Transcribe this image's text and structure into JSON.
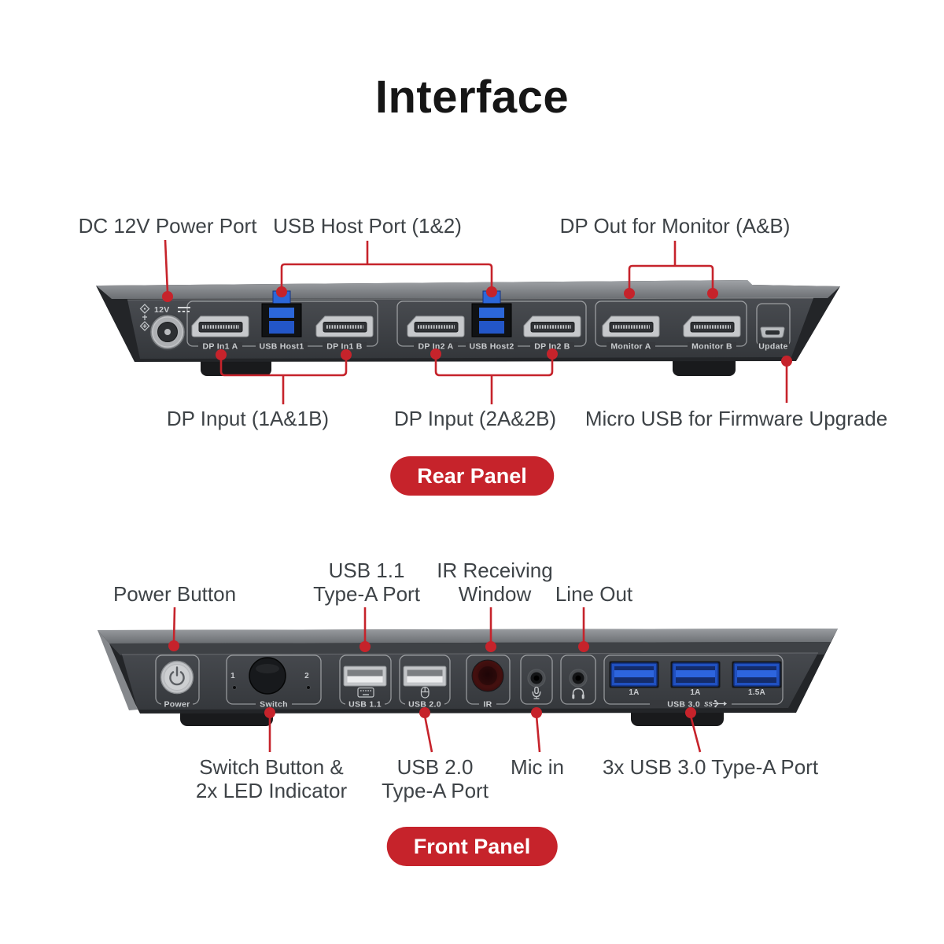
{
  "title": "Interface",
  "colors": {
    "accent": "#C6232B",
    "label_text": "#3E4347"
  },
  "rear": {
    "badge_label": "Rear Panel",
    "callouts": {
      "power": "DC 12V Power Port",
      "usb_host": "USB Host Port (1&2)",
      "dp_out": "DP Out for Monitor (A&B)",
      "dp_in_1": "DP Input (1A&1B)",
      "dp_in_2": "DP Input (2A&2B)",
      "micro_usb": "Micro USB for Firmware Upgrade"
    },
    "port_labels": {
      "power": "12V",
      "dp_in_1a": "DP In1 A",
      "usb_host1": "USB Host1",
      "dp_in_1b": "DP In1 B",
      "dp_in_2a": "DP In2 A",
      "usb_host2": "USB Host2",
      "dp_in_2b": "DP In2 B",
      "monitor_a": "Monitor A",
      "monitor_b": "Monitor B",
      "update": "Update"
    }
  },
  "front": {
    "badge_label": "Front Panel",
    "callouts": {
      "power_button": "Power Button",
      "usb11_line1": "USB 1.1",
      "usb11_line2": "Type-A Port",
      "ir_line1": "IR Receiving",
      "ir_line2": "Window",
      "line_out": "Line Out",
      "switch_line1": "Switch Button &",
      "switch_line2": "2x LED Indicator",
      "usb20_line1": "USB 2.0",
      "usb20_line2": "Type-A Port",
      "mic_in": "Mic in",
      "usb30": "3x USB 3.0 Type-A Port"
    },
    "port_labels": {
      "power": "Power",
      "switch": "Switch",
      "led1": "1",
      "led2": "2",
      "usb11": "USB 1.1",
      "usb20": "USB 2.0",
      "ir": "IR",
      "usb30": "USB 3.0",
      "amp1": "1A",
      "amp2": "1A",
      "amp3": "1.5A"
    }
  }
}
